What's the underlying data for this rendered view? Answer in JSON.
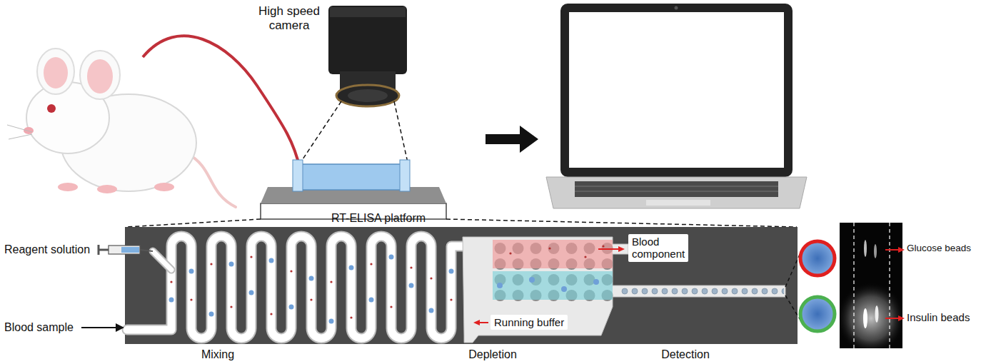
{
  "diagram": {
    "nodes": [
      {
        "text": [
          "RT-ELISA platform"
        ]
      },
      {
        "text": [
          "Blood component"
        ],
        "in": 0
      },
      {
        "text": [
          "Running buffer"
        ],
        "in": 0
      }
    ],
    "labels": [
      "High speed camera",
      "Reagent solution",
      "Blood sample",
      "Mixing",
      "Depletion",
      "Detection",
      "Glucose beads",
      "Insulin beads"
    ]
  }
}
